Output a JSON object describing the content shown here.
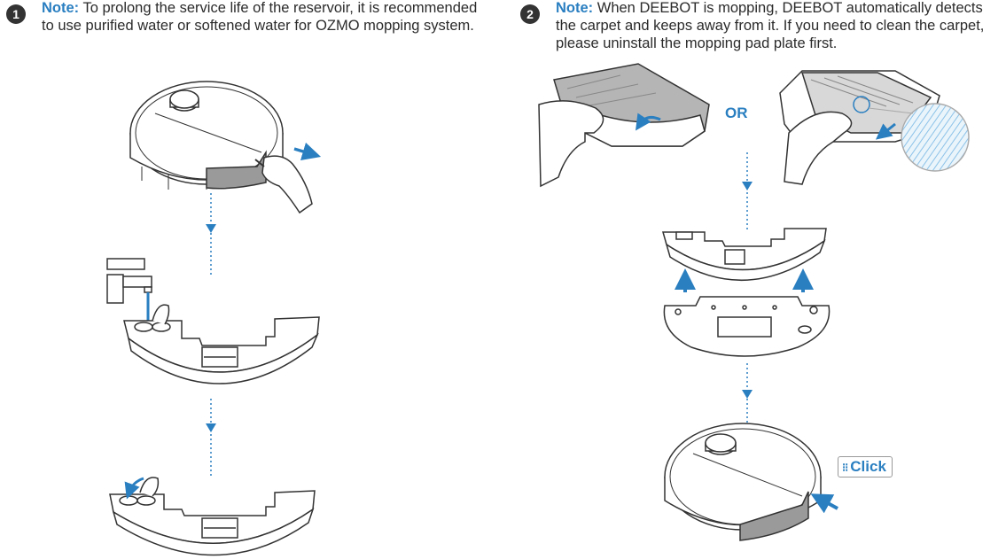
{
  "steps": [
    {
      "number": "1",
      "note_lead": "Note:",
      "note_line1": " To prolong the service life of the reservoir, it is recommended",
      "note_line2": "to use purified water or softened water for OZMO mopping system."
    },
    {
      "number": "2",
      "note_lead": "Note:",
      "note_line1": " When DEEBOT is mopping, DEEBOT automatically detects",
      "note_line2": "the carpet and keeps away from it. If you need to clean the carpet,",
      "note_line3": "please uninstall the mopping pad plate first."
    }
  ],
  "or_label": "OR",
  "click_label": "Click",
  "colors": {
    "accent": "#2a7fc1",
    "badge": "#333333",
    "gray_part": "#9a9a9a",
    "line": "#333333"
  }
}
